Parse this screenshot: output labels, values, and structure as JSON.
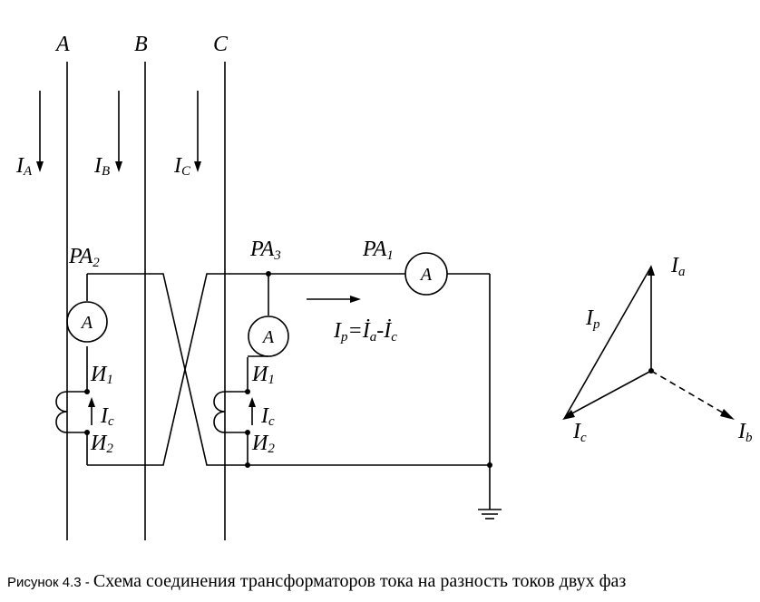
{
  "diagram": {
    "phases": {
      "a": "A",
      "b": "B",
      "c": "C"
    },
    "line_currents": {
      "a": {
        "main": "I",
        "sub": "A"
      },
      "b": {
        "main": "I",
        "sub": "B"
      },
      "c": {
        "main": "I",
        "sub": "C"
      }
    },
    "ammeters": {
      "pa2": {
        "main": "PA",
        "sub": "2",
        "symbol": "A"
      },
      "pa3": {
        "main": "PA",
        "sub": "3",
        "symbol": "A"
      },
      "pa1": {
        "main": "PA",
        "sub": "1",
        "symbol": "A"
      }
    },
    "ct_terminals": {
      "left_top": {
        "main": "И",
        "sub": "1"
      },
      "left_bottom": {
        "main": "И",
        "sub": "2"
      },
      "right_top": {
        "main": "И",
        "sub": "1"
      },
      "right_bottom": {
        "main": "И",
        "sub": "2"
      },
      "left_current": {
        "main": "I",
        "sub": "c"
      },
      "right_current": {
        "main": "I",
        "sub": "c"
      }
    },
    "relay_current_formula": {
      "lhs": "I",
      "lhs_sub": "p",
      "eq": "=",
      "term1": "İ",
      "term1_sub": "a",
      "minus": "-",
      "term2": "İ",
      "term2_sub": "c"
    },
    "vectors": {
      "ia": {
        "main": "I",
        "sub": "a"
      },
      "ip": {
        "main": "I",
        "sub": "p"
      },
      "ic": {
        "main": "I",
        "sub": "c"
      },
      "ib": {
        "main": "I",
        "sub": "b"
      }
    }
  },
  "caption": {
    "label": "Рисунок 4.3 - ",
    "text": "Схема соединения трансформаторов тока на разность токов двух фаз"
  }
}
